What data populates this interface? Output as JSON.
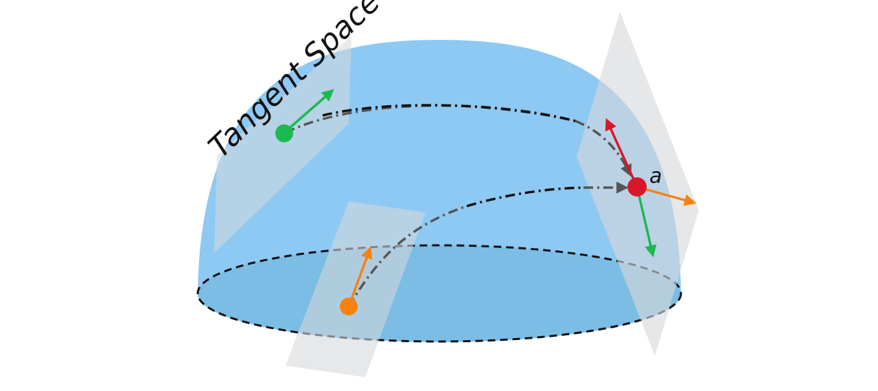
{
  "labels": {
    "tangent_space": "Tangent Space",
    "point_a": "a"
  },
  "colors": {
    "hemisphere_fill": "#8ec9f3",
    "base_fill": "#7bbde5",
    "plane_fill": "#d6d8da",
    "green": "#1cb94f",
    "orange": "#f7820f",
    "red": "#d9162a",
    "geodesic_dark": "#111111",
    "geodesic_gray": "#555555"
  },
  "elements": {
    "hemisphere": "hemisphere",
    "base_disk": "base-ellipse",
    "tangent_planes": [
      "tangent-plane-left",
      "tangent-plane-bottom",
      "tangent-plane-right"
    ],
    "points": [
      "green-point",
      "orange-point",
      "red-point-a"
    ],
    "geodesics": [
      "geodesic-green-to-a",
      "geodesic-orange-to-a"
    ]
  }
}
